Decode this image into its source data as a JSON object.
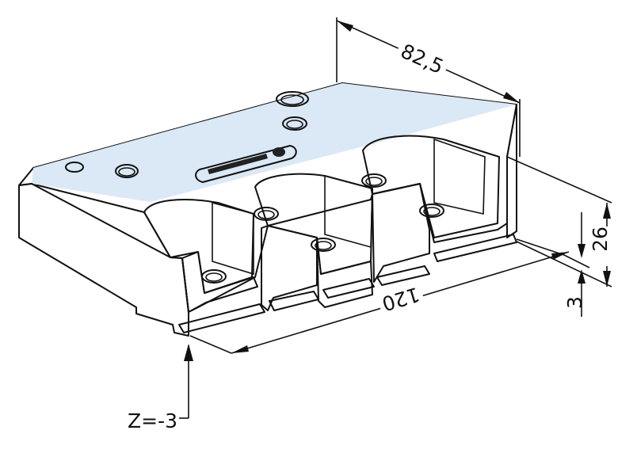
{
  "dimensions": {
    "width_label": "82,5",
    "length_label": "120",
    "height_label": "26",
    "groove_label": "3",
    "datum_label": "Z=-3"
  },
  "colors": {
    "part_top": "#d6e4f2",
    "part_front": "#c5d8ec",
    "part_side": "#bfd3e8",
    "part_dark": "#9fb8d2",
    "outline": "#111111"
  }
}
